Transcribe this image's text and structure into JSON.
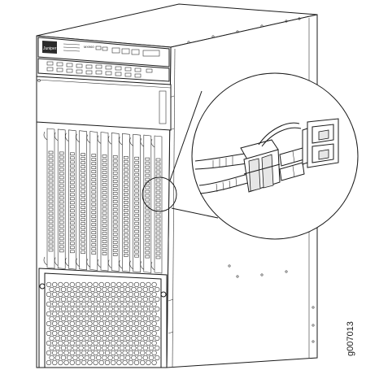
{
  "figure": {
    "id_label": "g007013",
    "logo_text": "Juniper",
    "model_text": "MX960"
  },
  "colors": {
    "ink": "#1a1a1a",
    "background": "#ffffff",
    "shade": "#e6e6e6",
    "dark": "#2b2b2b"
  }
}
